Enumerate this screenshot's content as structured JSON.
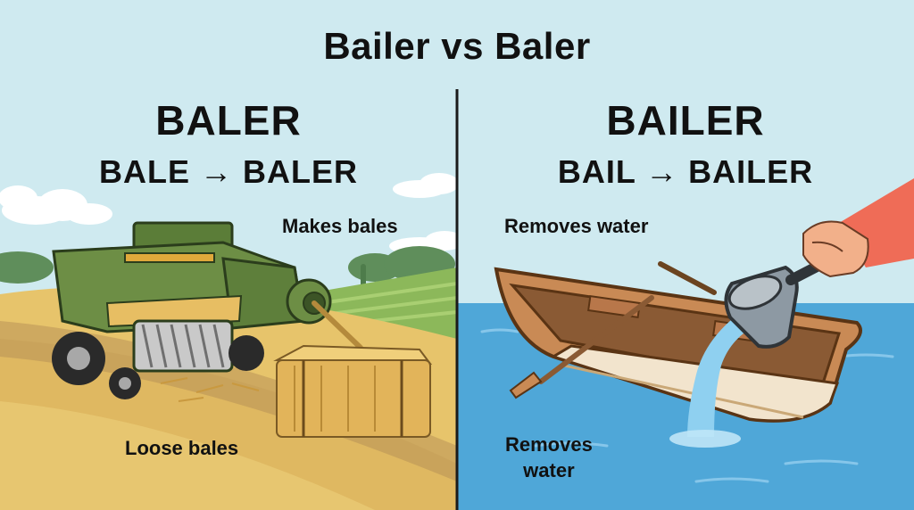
{
  "title": "Bailer vs Baler",
  "left": {
    "heading": "BALER",
    "formula": "BALE → BALER",
    "label_top": "Makes bales",
    "label_bottom": "Loose bales"
  },
  "right": {
    "heading": "BAILER",
    "formula": "BAIL → BAILER",
    "label_top": "Removes water",
    "label_bottom_line1": "Removes",
    "label_bottom_line2": "water"
  },
  "colors": {
    "sky": "#cfeaf0",
    "field": "#e7c46b",
    "machine": "#6d8e45",
    "hay": "#e2b45a",
    "water": "#4fa7d8",
    "boat": "#c98a55",
    "divider": "#1a1a1a"
  },
  "icons": [
    "hay-baler-illustration",
    "hay-bale-illustration",
    "rowboat-illustration",
    "bailer-scoop-illustration",
    "hand-illustration"
  ]
}
